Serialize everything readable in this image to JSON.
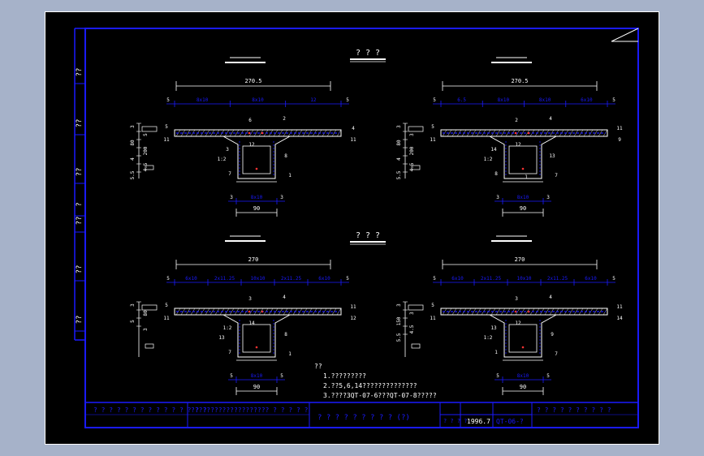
{
  "sheet": {
    "colors": {
      "background": "#000000",
      "frame": "#1a1aff",
      "lines": "#ffffff",
      "dims": "#1a1aff",
      "accent": "#ff3333",
      "outer": "#a6b2c9"
    },
    "side_labels": [
      "??",
      "??",
      "??",
      "?",
      "??",
      "??",
      "??"
    ],
    "section_titles": [
      "? ? ?",
      "? ? ?"
    ],
    "drawings": {
      "top_left": {
        "overall_dim": "270.5",
        "segments": [
          "8x10",
          "8x10",
          "12"
        ],
        "edge_marks": [
          "5",
          "5"
        ],
        "labels": [
          "5",
          "6",
          "2",
          "4",
          "11",
          "11",
          "12",
          "3",
          "1:2",
          "8",
          "7",
          "1"
        ],
        "left_dims": [
          "3",
          "5",
          "80",
          "200",
          "4",
          "4.5",
          "5.5"
        ],
        "bottom_segments": [
          "8x10",
          "3",
          "3"
        ],
        "bottom_total": "90"
      },
      "top_right": {
        "overall_dim": "270.5",
        "segments": [
          "6.5",
          "8x10",
          "8x10",
          "6x10"
        ],
        "edge_marks": [
          "5",
          "5"
        ],
        "labels": [
          "5",
          "2",
          "4",
          "11",
          "11",
          "9",
          "12",
          "14",
          "1:2",
          "13",
          "8",
          "7",
          "1"
        ],
        "left_dims": [
          "3",
          "3",
          "80",
          "200",
          "4",
          "4.5",
          "5.5"
        ],
        "bottom_segments": [
          "8x10",
          "3",
          "3"
        ],
        "bottom_total": "90"
      },
      "bottom_left": {
        "overall_dim": "270",
        "segments": [
          "6x10",
          "2x11.25",
          "10x10",
          "2x11.25",
          "6x10"
        ],
        "edge_marks": [
          "5",
          "5"
        ],
        "labels": [
          "5",
          "3",
          "4",
          "11",
          "11",
          "12",
          "14",
          "1:2",
          "13",
          "8",
          "7",
          "1"
        ],
        "left_dims": [
          "3",
          "80",
          "5",
          "3"
        ],
        "bottom_segments": [
          "8x10",
          "5",
          "5"
        ],
        "bottom_total": "90"
      },
      "bottom_right": {
        "overall_dim": "270",
        "segments": [
          "6x10",
          "2x11.25",
          "10x10",
          "2x11.25",
          "6x10"
        ],
        "edge_marks": [
          "5",
          "5"
        ],
        "labels": [
          "5",
          "3",
          "4",
          "11",
          "11",
          "14",
          "12",
          "13",
          "1:2",
          "9",
          "1",
          "7"
        ],
        "left_dims": [
          "3",
          "3",
          "150",
          "4.5",
          "5.5"
        ],
        "bottom_segments": [
          "8x10",
          "5",
          "5"
        ],
        "bottom_total": "90"
      }
    },
    "notes": {
      "heading": "??",
      "lines": [
        "1.?????????",
        "2.??5,6,14??????????????",
        "3.????3QT-07-6???QT-07-8?????"
      ]
    },
    "title_block": {
      "cells": [
        "? ? ? ? ? ? ? ? ?  ? ? ? ? ? ?",
        "????????????????????  ? ? ? ? ?",
        "? ? ? ? ? ? ? ? ?  (?)",
        "? ?  ? ?",
        "1996.7",
        "QT-06-?",
        "? ? ? ? ? ?  ? ? ? ?"
      ]
    }
  }
}
